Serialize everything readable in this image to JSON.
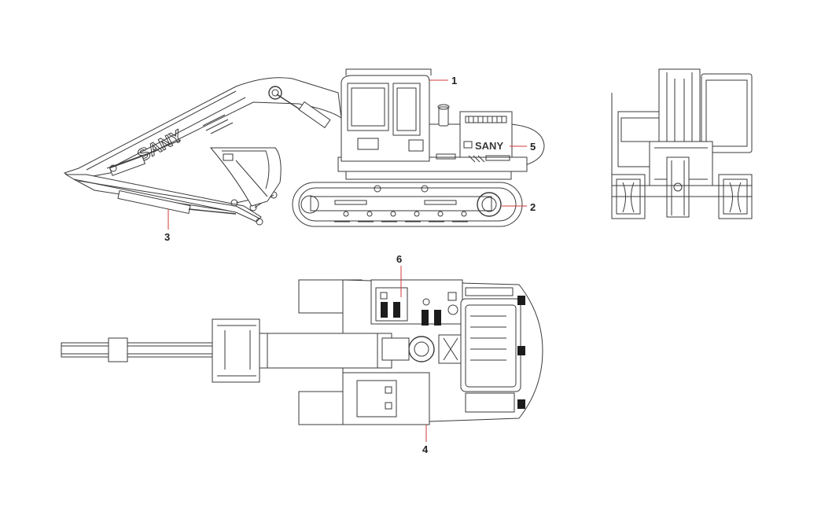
{
  "callouts": [
    {
      "id": "1",
      "label": "1"
    },
    {
      "id": "2",
      "label": "2"
    },
    {
      "id": "3",
      "label": "3"
    },
    {
      "id": "4",
      "label": "4"
    },
    {
      "id": "5",
      "label": "5"
    },
    {
      "id": "6",
      "label": "6"
    }
  ],
  "branding": {
    "boom_logo": "SANY",
    "body_logo": "SANY"
  },
  "colors": {
    "line": "#3a3a3a",
    "leader": "#d23a3a",
    "background": "#ffffff"
  }
}
